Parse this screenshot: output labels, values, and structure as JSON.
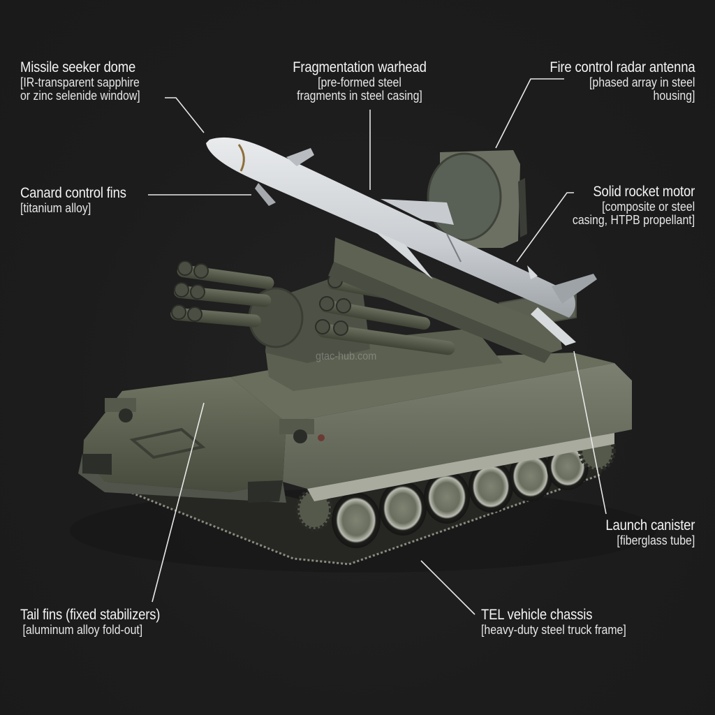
{
  "diagram": {
    "subject": "Mobile surface-to-air missile and gun system on tracked TEL chassis",
    "background_color": "#1c1c1c",
    "text_color": "#f2f2f2",
    "leader_line_color": "#e8e8e8",
    "watermark": "gtac-hub.com",
    "labels": [
      {
        "id": "seeker",
        "title": "Missile seeker dome",
        "desc_line1": "[IR-transparent sapphire",
        "desc_line2": "or zinc selenide window]"
      },
      {
        "id": "warhead",
        "title": "Fragmentation warhead",
        "desc_line1": "[pre-formed steel",
        "desc_line2": "fragments in steel casing]"
      },
      {
        "id": "radar",
        "title": "Fire control radar antenna",
        "desc_line1": "[phased array in steel",
        "desc_line2": "housing]"
      },
      {
        "id": "canard",
        "title": "Canard control fins",
        "desc_line1": "[titanium alloy]"
      },
      {
        "id": "motor",
        "title": "Solid rocket motor",
        "desc_line1": "[composite or steel",
        "desc_line2": "casing, HTPB propellant]"
      },
      {
        "id": "canister",
        "title": "Launch canister",
        "desc_line1": "[fiberglass tube]"
      },
      {
        "id": "tailfins",
        "title": "Tail fins (fixed stabilizers)",
        "desc_line1": "[aluminum alloy fold-out]"
      },
      {
        "id": "chassis",
        "title": "TEL vehicle chassis",
        "desc_line1": "[heavy-duty steel truck frame]"
      }
    ]
  }
}
